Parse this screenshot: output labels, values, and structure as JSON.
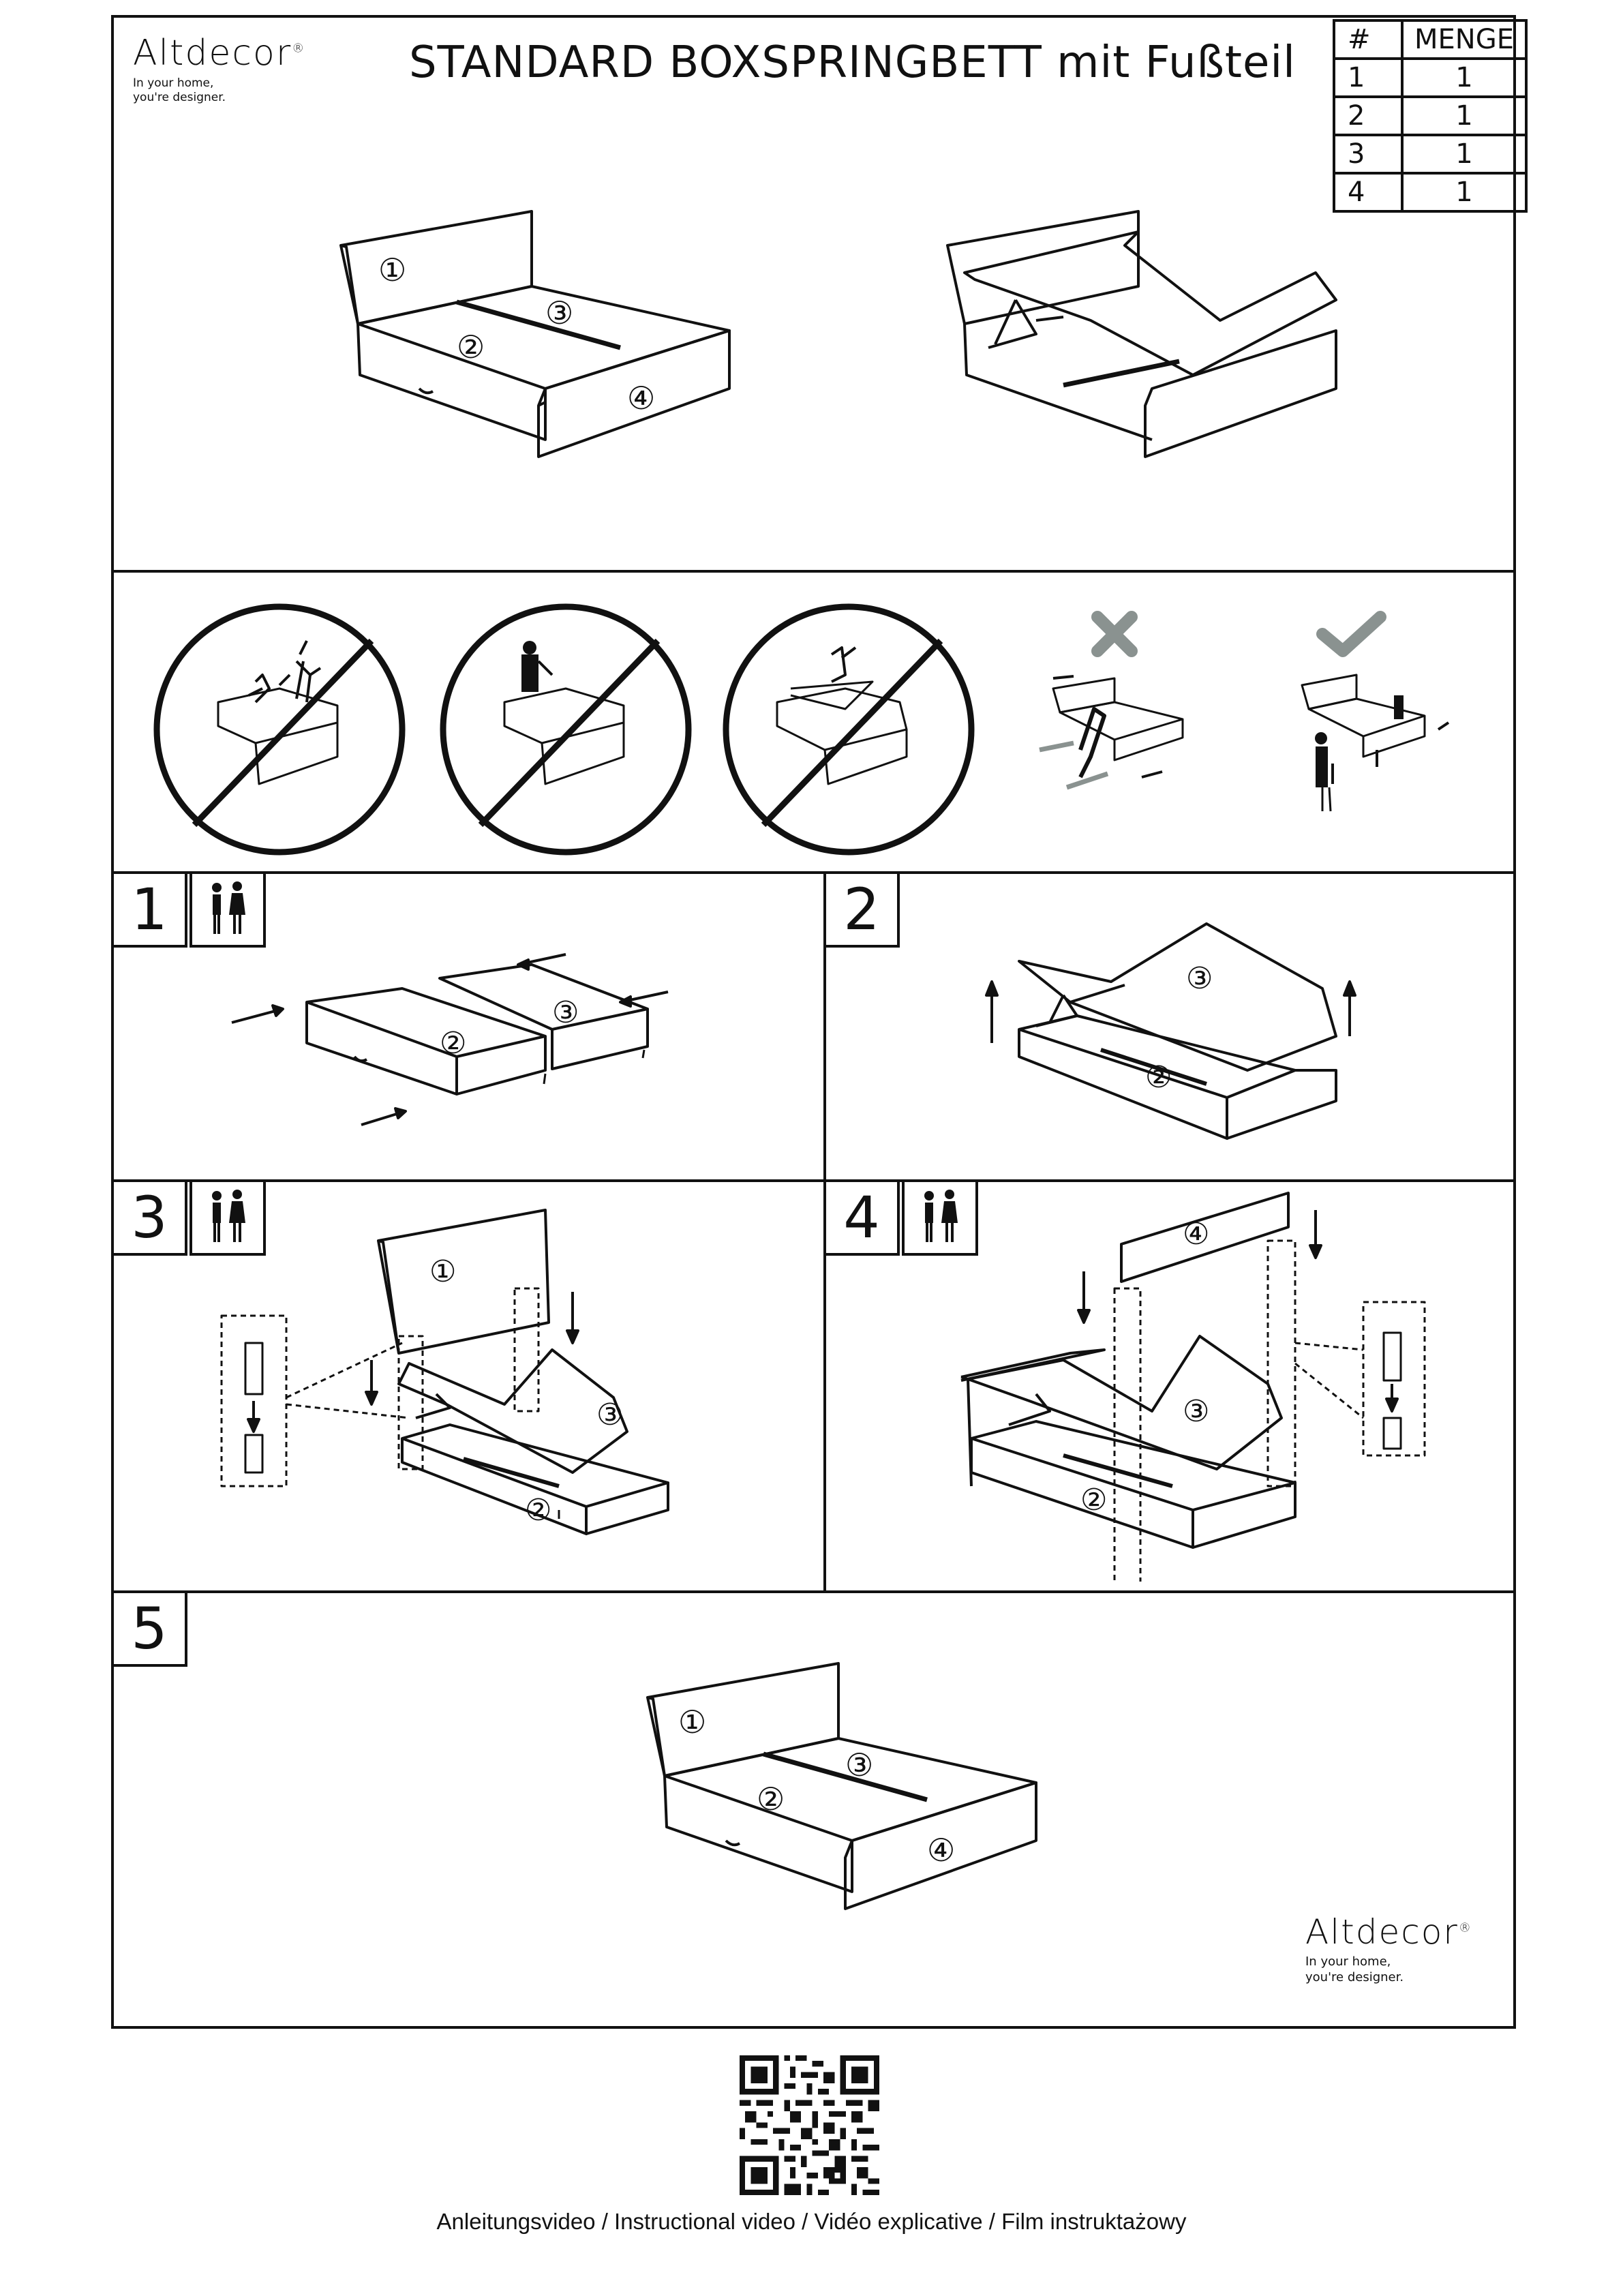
{
  "brand": {
    "name": "Altdecor",
    "registered_mark": "®",
    "tagline_line1": "In your home,",
    "tagline_line2": "you're designer."
  },
  "title": "STANDARD BOXSPRINGBETT mit Fußteil",
  "parts_table": {
    "headers": [
      "#",
      "MENGE"
    ],
    "rows": [
      [
        "1",
        "1"
      ],
      [
        "2",
        "1"
      ],
      [
        "3",
        "1"
      ],
      [
        "4",
        "1"
      ]
    ]
  },
  "part_labels": [
    "①",
    "②",
    "③",
    "④"
  ],
  "steps": [
    "1",
    "2",
    "3",
    "4",
    "5"
  ],
  "footer": {
    "text": "Anleitungsvideo  /  Instructional video  /  Vidéo explicative  /  Film instruktażowy"
  },
  "colors": {
    "line": "#111111",
    "mark_gray": "#8a9290",
    "background": "#ffffff"
  },
  "icons": [
    "prohibition-icon",
    "wrong-cross-icon",
    "correct-check-icon",
    "two-persons-icon",
    "qr-code-icon"
  ]
}
